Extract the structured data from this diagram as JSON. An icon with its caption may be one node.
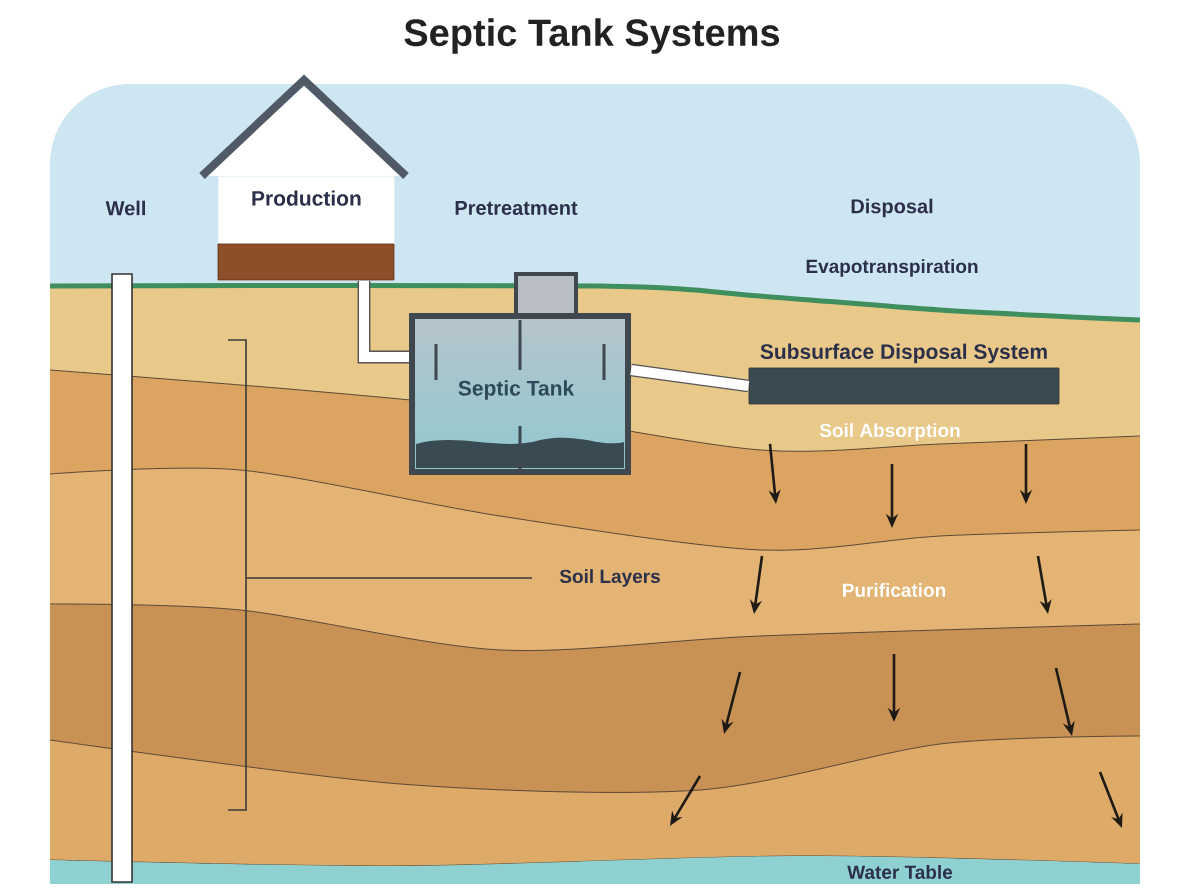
{
  "diagram": {
    "title": "Septic Tank Systems",
    "nodes": [
      {
        "text": [
          "Production"
        ]
      },
      {
        "text": [
          "Septic Tank"
        ]
      },
      {
        "text": [
          "Subsurface Disposal System"
        ]
      }
    ],
    "edges": [
      {
        "from": 0,
        "to": 1,
        "arrow": "none"
      },
      {
        "from": 1,
        "to": 2,
        "arrow": "none"
      }
    ],
    "labels": [
      "Well",
      "Pretreatment",
      "Disposal",
      "Evapotranspiration",
      "Soil Absorption",
      "Soil Layers",
      "Purification",
      "Water Table"
    ]
  }
}
